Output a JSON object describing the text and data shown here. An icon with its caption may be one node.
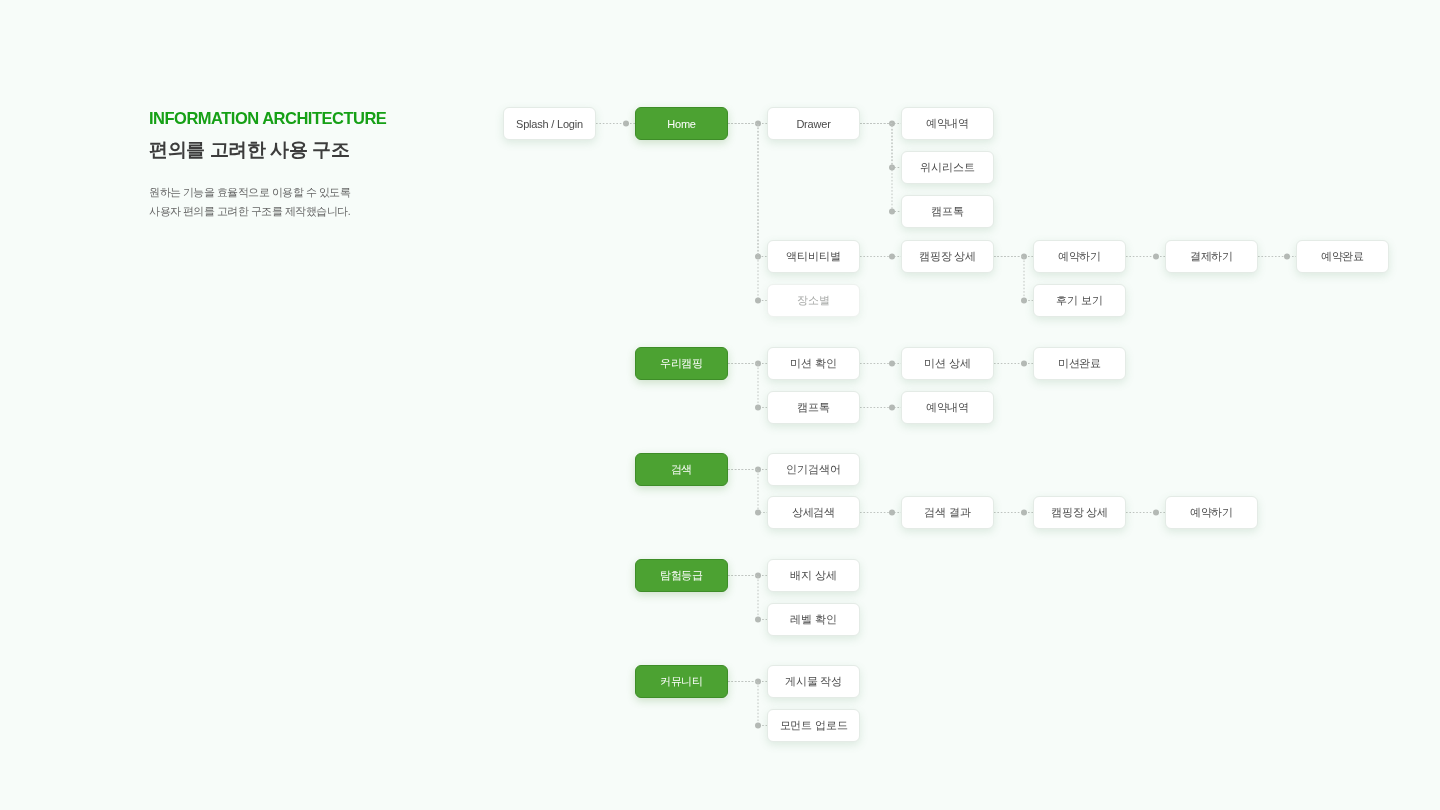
{
  "diagram": {
    "title": "편의를 고려한 사용 구조",
    "nodes": [
      {
        "text": [
          "Splash / Login"
        ]
      },
      {
        "text": [
          "Home"
        ]
      },
      {
        "text": [
          "Drawer"
        ]
      },
      {
        "text": [
          "예약내역"
        ]
      },
      {
        "text": [
          "위시리스트"
        ]
      },
      {
        "text": [
          "캠프톡"
        ]
      },
      {
        "text": [
          "액티비티별"
        ]
      },
      {
        "text": [
          "캠핑장 상세"
        ]
      },
      {
        "text": [
          "예약하기"
        ]
      },
      {
        "text": [
          "결제하기"
        ]
      },
      {
        "text": [
          "예약완료"
        ]
      },
      {
        "text": [
          "장소별"
        ]
      },
      {
        "text": [
          "후기 보기"
        ]
      },
      {
        "text": [
          "우리캠핑"
        ]
      },
      {
        "text": [
          "미션 확인"
        ]
      },
      {
        "text": [
          "미션 상세"
        ]
      },
      {
        "text": [
          "미션완료"
        ]
      },
      {
        "text": [
          "캠프톡"
        ]
      },
      {
        "text": [
          "예약내역"
        ]
      },
      {
        "text": [
          "검색"
        ]
      },
      {
        "text": [
          "인기검색어"
        ]
      },
      {
        "text": [
          "상세검색"
        ]
      },
      {
        "text": [
          "검색 결과"
        ]
      },
      {
        "text": [
          "캠핑장 상세"
        ]
      },
      {
        "text": [
          "예약하기"
        ]
      },
      {
        "text": [
          "탐험등급"
        ]
      },
      {
        "text": [
          "배지 상세"
        ]
      },
      {
        "text": [
          "레벨 확인"
        ]
      },
      {
        "text": [
          "커뮤니티"
        ]
      },
      {
        "text": [
          "게시물 작성"
        ]
      },
      {
        "text": [
          "모먼트 업로드"
        ]
      }
    ],
    "edges": [
      {
        "from": 0,
        "to": 1,
        "arrow": "other"
      },
      {
        "from": 1,
        "to": 2,
        "arrow": "other"
      },
      {
        "from": 1,
        "to": 6,
        "arrow": "other"
      },
      {
        "from": 1,
        "to": 11,
        "arrow": "other"
      },
      {
        "from": 2,
        "to": 3,
        "arrow": "other"
      },
      {
        "from": 2,
        "to": 4,
        "arrow": "other"
      },
      {
        "from": 2,
        "to": 5,
        "arrow": "other"
      },
      {
        "from": 6,
        "to": 7,
        "arrow": "other"
      },
      {
        "from": 7,
        "to": 8,
        "arrow": "other"
      },
      {
        "from": 7,
        "to": 12,
        "arrow": "other"
      },
      {
        "from": 8,
        "to": 9,
        "arrow": "other"
      },
      {
        "from": 9,
        "to": 10,
        "arrow": "other"
      },
      {
        "from": 13,
        "to": 14,
        "arrow": "other"
      },
      {
        "from": 13,
        "to": 17,
        "arrow": "other"
      },
      {
        "from": 14,
        "to": 15,
        "arrow": "other"
      },
      {
        "from": 15,
        "to": 16,
        "arrow": "other"
      },
      {
        "from": 17,
        "to": 18,
        "arrow": "other"
      },
      {
        "from": 19,
        "to": 20,
        "arrow": "other"
      },
      {
        "from": 19,
        "to": 21,
        "arrow": "other"
      },
      {
        "from": 21,
        "to": 22,
        "arrow": "other"
      },
      {
        "from": 22,
        "to": 23,
        "arrow": "other"
      },
      {
        "from": 23,
        "to": 24,
        "arrow": "other"
      },
      {
        "from": 25,
        "to": 26,
        "arrow": "other"
      },
      {
        "from": 25,
        "to": 27,
        "arrow": "other"
      },
      {
        "from": 28,
        "to": 29,
        "arrow": "other"
      },
      {
        "from": 28,
        "to": 30,
        "arrow": "other"
      }
    ],
    "labels": [
      "INFORMATION ARCHITECTURE",
      "원하는 기능을 효율적으로 이용할 수 있도록 사용자 편의를 고려한 구조를 제작했습니다."
    ]
  }
}
